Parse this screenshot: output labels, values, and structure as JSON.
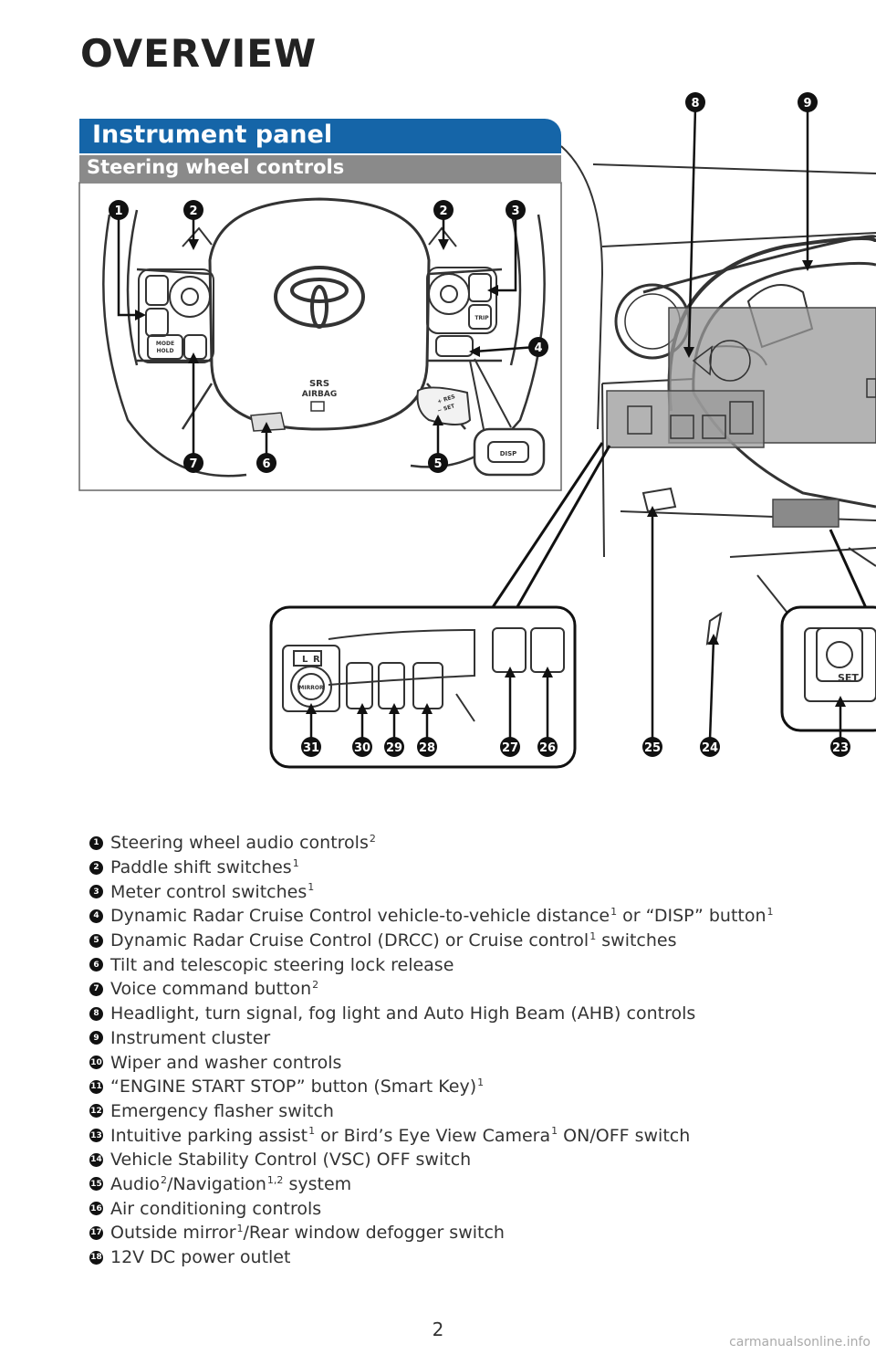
{
  "page": {
    "title": "OVERVIEW",
    "section": "Instrument panel",
    "subsection": "Steering wheel controls",
    "page_number": "2",
    "watermark": "carmanualsonline.info"
  },
  "illustration": {
    "wheel_labels": {
      "srs": "SRS",
      "airbag": "AIRBAG",
      "mode": "MODE",
      "hold": "HOLD",
      "trip": "TRIP",
      "disp": "DISP",
      "mirror": "MIRROR",
      "l": "L",
      "r": "R",
      "set": "SET",
      "res": "+ RES",
      "set_minus": "− SET"
    },
    "callouts": [
      "1",
      "2",
      "2",
      "3",
      "4",
      "5",
      "6",
      "7",
      "8",
      "9",
      "23",
      "24",
      "25",
      "26",
      "27",
      "28",
      "29",
      "30",
      "31"
    ]
  },
  "legend": [
    {
      "num": "1",
      "parts": [
        {
          "t": "Steering wheel audio controls"
        },
        {
          "s": "2"
        }
      ]
    },
    {
      "num": "2",
      "parts": [
        {
          "t": "Paddle shift switches"
        },
        {
          "s": "1"
        }
      ]
    },
    {
      "num": "3",
      "parts": [
        {
          "t": "Meter control switches"
        },
        {
          "s": "1"
        }
      ]
    },
    {
      "num": "4",
      "parts": [
        {
          "t": "Dynamic Radar Cruise Control vehicle-to-vehicle distance"
        },
        {
          "s": "1"
        },
        {
          "t": " or “DISP” button"
        },
        {
          "s": "1"
        }
      ]
    },
    {
      "num": "5",
      "parts": [
        {
          "t": "Dynamic Radar Cruise Control (DRCC) or Cruise control"
        },
        {
          "s": "1"
        },
        {
          "t": " switches"
        }
      ]
    },
    {
      "num": "6",
      "parts": [
        {
          "t": "Tilt and telescopic steering lock release"
        }
      ]
    },
    {
      "num": "7",
      "parts": [
        {
          "t": "Voice command button"
        },
        {
          "s": "2"
        }
      ]
    },
    {
      "num": "8",
      "parts": [
        {
          "t": "Headlight, turn signal, fog light and Auto High Beam (AHB) controls"
        }
      ]
    },
    {
      "num": "9",
      "parts": [
        {
          "t": "Instrument cluster"
        }
      ]
    },
    {
      "num": "10",
      "parts": [
        {
          "t": "Wiper and washer controls"
        }
      ]
    },
    {
      "num": "11",
      "parts": [
        {
          "t": "“ENGINE START STOP” button (Smart Key)"
        },
        {
          "s": "1"
        }
      ]
    },
    {
      "num": "12",
      "parts": [
        {
          "t": "Emergency flasher switch"
        }
      ]
    },
    {
      "num": "13",
      "parts": [
        {
          "t": "Intuitive parking assist"
        },
        {
          "s": "1"
        },
        {
          "t": " or Bird’s Eye View Camera"
        },
        {
          "s": "1"
        },
        {
          "t": " ON/OFF switch"
        }
      ]
    },
    {
      "num": "14",
      "parts": [
        {
          "t": "Vehicle Stability Control (VSC) OFF switch"
        }
      ]
    },
    {
      "num": "15",
      "parts": [
        {
          "t": "Audio"
        },
        {
          "s": "2"
        },
        {
          "t": "/Navigation"
        },
        {
          "s": "1,2"
        },
        {
          "t": " system"
        }
      ]
    },
    {
      "num": "16",
      "parts": [
        {
          "t": "Air conditioning controls"
        }
      ]
    },
    {
      "num": "17",
      "parts": [
        {
          "t": "Outside mirror"
        },
        {
          "s": "1"
        },
        {
          "t": "/Rear window defogger switch"
        }
      ]
    },
    {
      "num": "18",
      "parts": [
        {
          "t": "12V DC power outlet"
        }
      ]
    }
  ]
}
